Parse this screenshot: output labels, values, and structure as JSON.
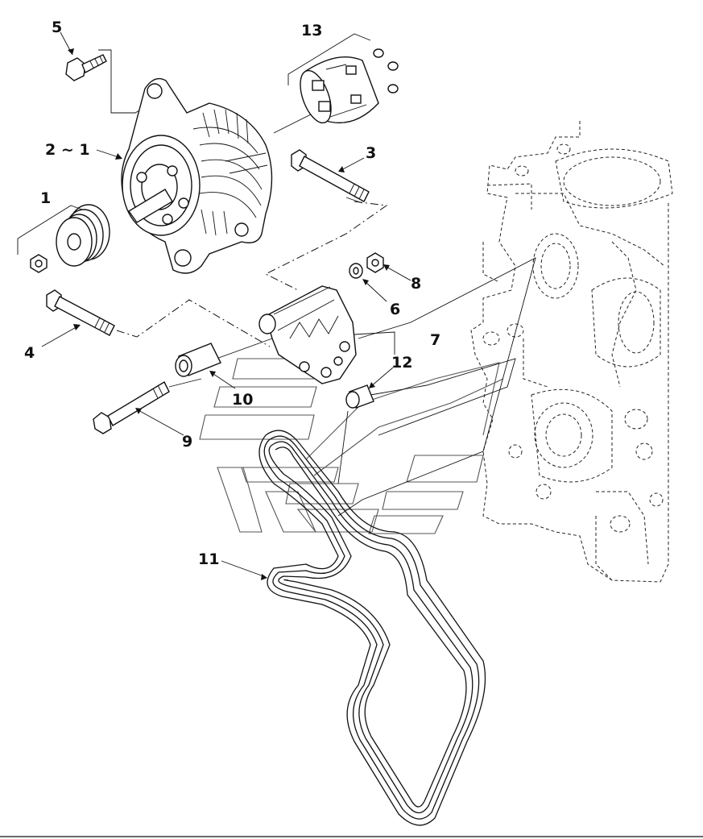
{
  "diagram": {
    "callouts": [
      {
        "id": "c5",
        "label": "5"
      },
      {
        "id": "c13",
        "label": "13"
      },
      {
        "id": "c2",
        "label": "2 ~ 1"
      },
      {
        "id": "c3",
        "label": "3"
      },
      {
        "id": "c1",
        "label": "1"
      },
      {
        "id": "c8",
        "label": "8"
      },
      {
        "id": "c6",
        "label": "6"
      },
      {
        "id": "c4",
        "label": "4"
      },
      {
        "id": "c7",
        "label": "7"
      },
      {
        "id": "c12",
        "label": "12"
      },
      {
        "id": "c10",
        "label": "10"
      },
      {
        "id": "c9",
        "label": "9"
      },
      {
        "id": "c11",
        "label": "11"
      }
    ],
    "colors": {
      "line": "#111111",
      "background": "#ffffff",
      "watermark": "#555555"
    }
  }
}
